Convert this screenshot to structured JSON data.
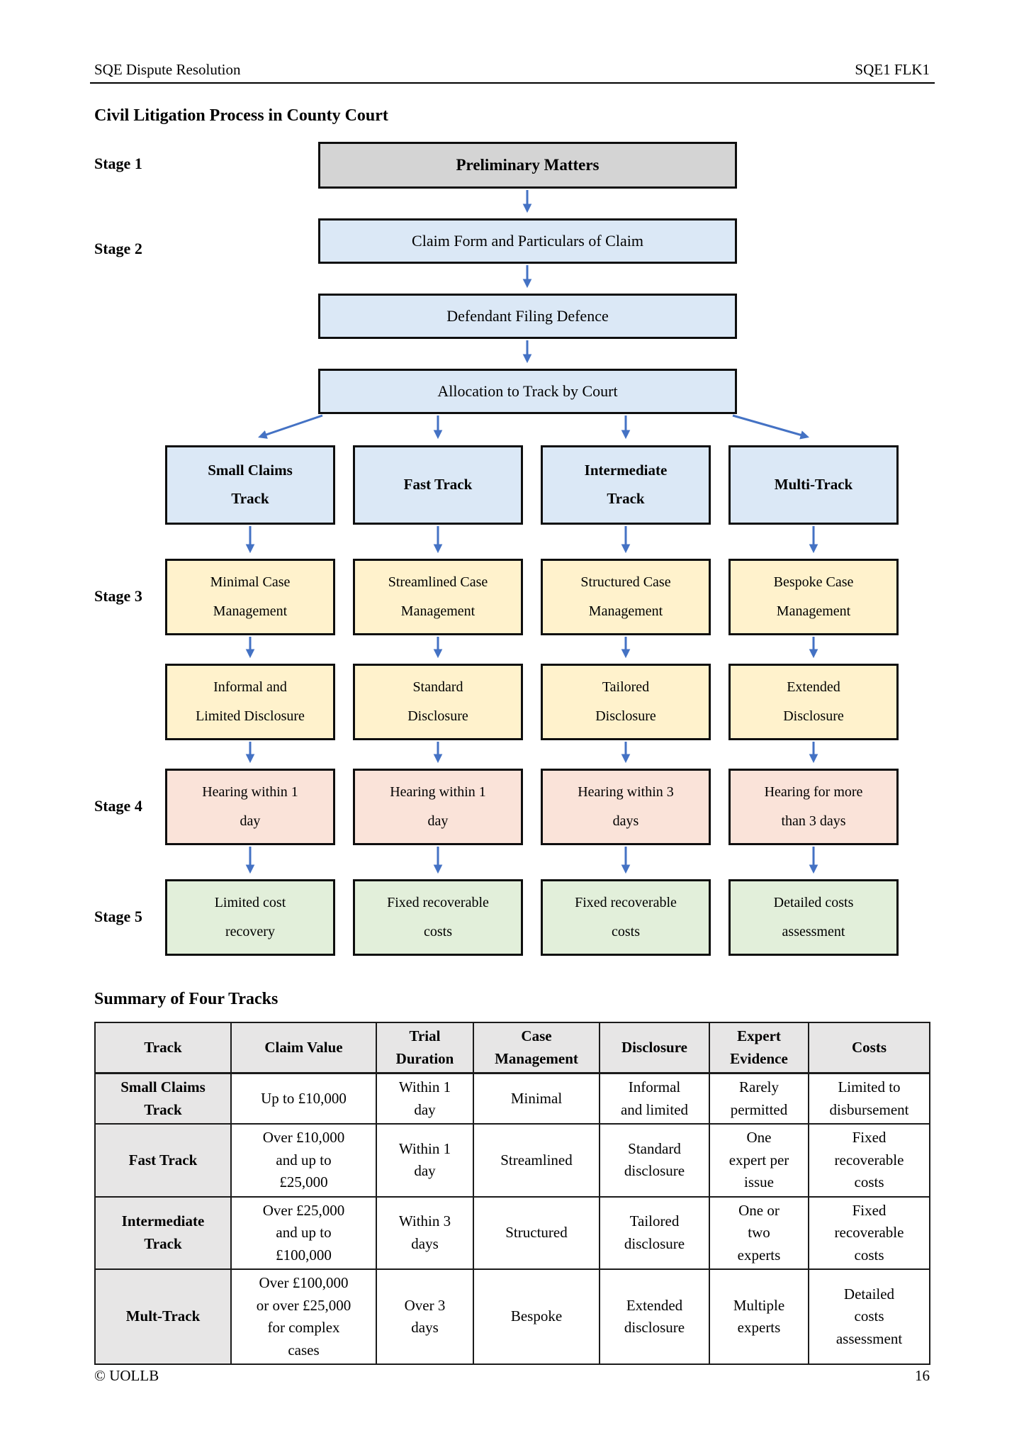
{
  "header": {
    "left": "SQE Dispute Resolution",
    "right": "SQE1 FLK1"
  },
  "title": "Civil Litigation Process in County Court",
  "colors": {
    "arrow": "#4472C4",
    "blue": "#dbe8f6",
    "gray": "#d4d4d4",
    "yellow": "#fff2cc",
    "salmon": "#fae3d9",
    "green": "#e2efda",
    "cellgray": "#e7e6e6"
  },
  "flowchart": {
    "stages": [
      "Stage 1",
      "Stage 2",
      "Stage 3",
      "Stage 4",
      "Stage 5"
    ],
    "top": [
      "Preliminary Matters",
      "Claim Form and Particulars of Claim",
      "Defendant Filing Defence",
      "Allocation to Track by Court"
    ],
    "tracks": [
      "Small Claims\nTrack",
      "Fast Track",
      "Intermediate\nTrack",
      "Multi-Track"
    ],
    "case_management": [
      "Minimal Case\nManagement",
      "Streamlined Case\nManagement",
      "Structured Case\nManagement",
      "Bespoke Case\nManagement"
    ],
    "disclosure": [
      "Informal and\nLimited Disclosure",
      "Standard\nDisclosure",
      "Tailored\nDisclosure",
      "Extended\nDisclosure"
    ],
    "hearing": [
      "Hearing within 1\nday",
      "Hearing within 1\nday",
      "Hearing within 3\ndays",
      "Hearing for more\nthan 3 days"
    ],
    "costs": [
      "Limited cost\nrecovery",
      "Fixed recoverable\ncosts",
      "Fixed recoverable\ncosts",
      "Detailed costs\nassessment"
    ]
  },
  "summary": {
    "heading": "Summary of Four Tracks",
    "columns": [
      "Track",
      "Claim Value",
      "Trial\nDuration",
      "Case\nManagement",
      "Disclosure",
      "Expert\nEvidence",
      "Costs"
    ],
    "rows": [
      [
        "Small Claims\nTrack",
        "Up to £10,000",
        "Within 1\nday",
        "Minimal",
        "Informal\nand limited",
        "Rarely\npermitted",
        "Limited to\ndisbursement"
      ],
      [
        "Fast Track",
        "Over £10,000\nand up to\n£25,000",
        "Within 1\nday",
        "Streamlined",
        "Standard\ndisclosure",
        "One\nexpert per\nissue",
        "Fixed\nrecoverable\ncosts"
      ],
      [
        "Intermediate\nTrack",
        "Over £25,000\nand up to\n£100,000",
        "Within 3\ndays",
        "Structured",
        "Tailored\ndisclosure",
        "One or\ntwo\nexperts",
        "Fixed\nrecoverable\ncosts"
      ],
      [
        "Mult-Track",
        "Over £100,000\nor over £25,000\nfor complex\ncases",
        "Over 3\ndays",
        "Bespoke",
        "Extended\ndisclosure",
        "Multiple\nexperts",
        "Detailed\ncosts\nassessment"
      ]
    ]
  },
  "footer": {
    "left": "© UOLLB",
    "page": "16"
  }
}
